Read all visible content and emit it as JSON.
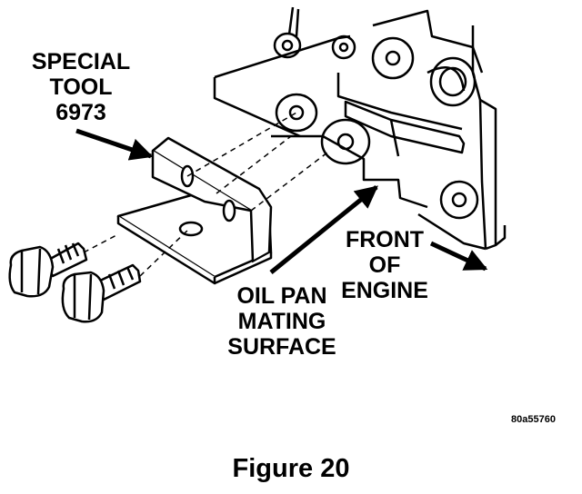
{
  "labels": {
    "special_tool": [
      "SPECIAL",
      "TOOL",
      "6973"
    ],
    "front_of_engine": [
      "FRONT",
      "OF",
      "ENGINE"
    ],
    "oil_pan_mating_surface": [
      "OIL PAN",
      "MATING",
      "SURFACE"
    ],
    "part_code": "80a55760"
  },
  "caption": "Figure 20",
  "colors": {
    "ink": "#000000",
    "paper": "#ffffff"
  }
}
